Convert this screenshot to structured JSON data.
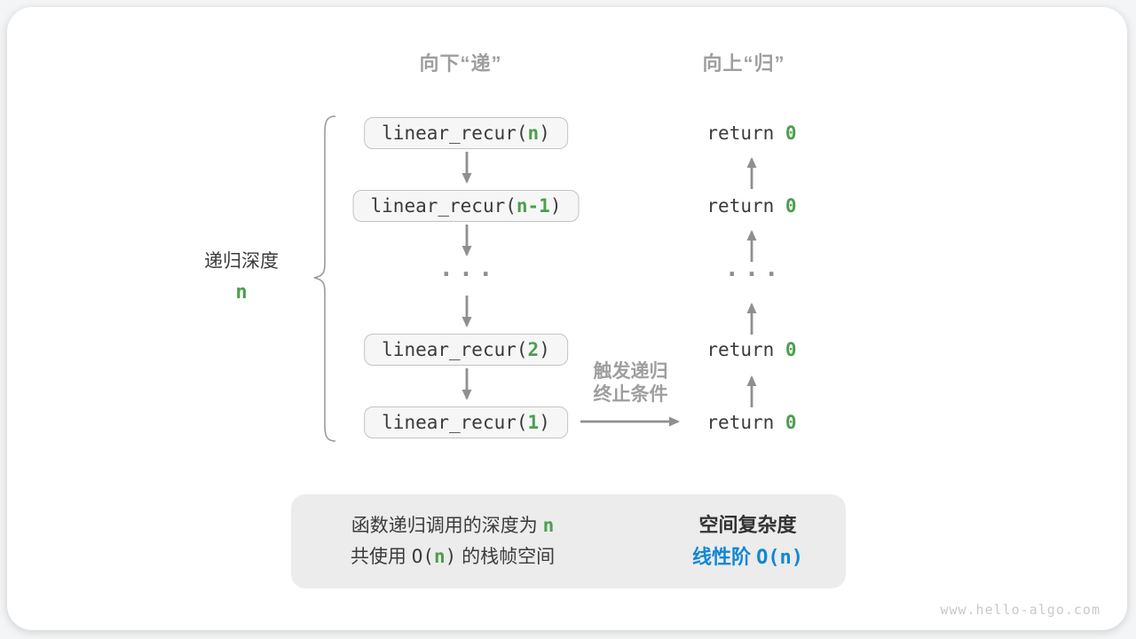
{
  "colors": {
    "green": "#4c9e50",
    "blue": "#1287d2",
    "gray": "#9e9e9e",
    "dark": "#3b3b3b",
    "arrow": "#8f8f8f"
  },
  "headers": {
    "descend": "向下“递”",
    "ascend": "向上“归”"
  },
  "depth_label": {
    "text": "递归深度",
    "value": "n"
  },
  "calls": [
    {
      "pre": "linear_recur(",
      "arg": "n",
      "post": ")"
    },
    {
      "pre": "linear_recur(",
      "arg": "n-1",
      "post": ")"
    },
    {
      "pre": "linear_recur(",
      "arg": "2",
      "post": ")"
    },
    {
      "pre": "linear_recur(",
      "arg": "1",
      "post": ")"
    }
  ],
  "returns": [
    {
      "kw": "return ",
      "val": "0"
    },
    {
      "kw": "return ",
      "val": "0"
    },
    {
      "kw": "return ",
      "val": "0"
    },
    {
      "kw": "return ",
      "val": "0"
    }
  ],
  "ellipsis": "...",
  "trigger": {
    "line1": "触发递归",
    "line2": "终止条件"
  },
  "summary": {
    "line1_text": "函数递归调用的深度为 ",
    "line1_value": "n",
    "line2_pre": "共使用 ",
    "line2_o_open": "O(",
    "line2_o_arg": "n",
    "line2_o_close": ")",
    "line2_post": " 的栈帧空间",
    "result_title": "空间复杂度",
    "result_label": "线性阶 ",
    "result_value": "O(n)"
  },
  "watermark": "www.hello-algo.com"
}
